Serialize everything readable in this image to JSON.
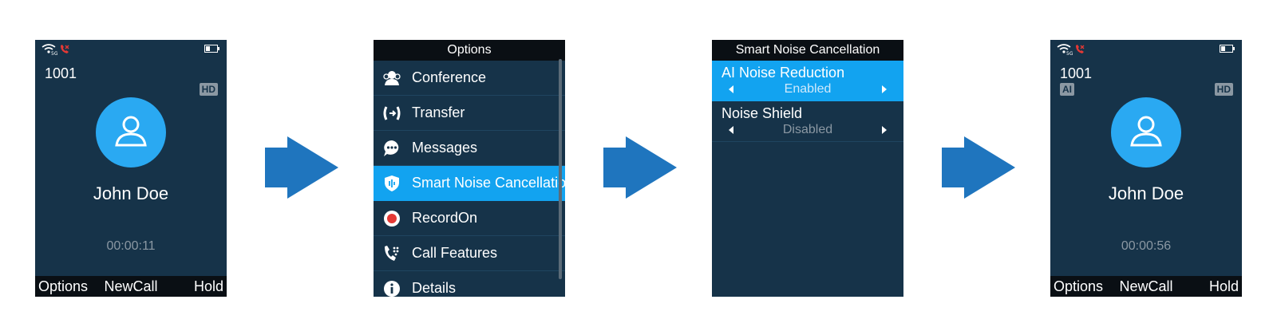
{
  "colors": {
    "screen_bg": "#163349",
    "highlight": "#12a3f0",
    "avatar": "#2aa9f2",
    "softkey_bar": "#0a0f14",
    "muted_text": "#8b98a3",
    "arrow": "#1f75be",
    "record": "#e53935"
  },
  "screen1": {
    "extension": "1001",
    "hd_badge": "HD",
    "contact_name": "John Doe",
    "timer": "00:00:11",
    "softkeys": {
      "left": "Options",
      "center": "NewCall",
      "right": "Hold"
    }
  },
  "screen2": {
    "title": "Options",
    "items": [
      {
        "label": "Conference",
        "icon": "conference-icon"
      },
      {
        "label": "Transfer",
        "icon": "transfer-icon"
      },
      {
        "label": "Messages",
        "icon": "messages-icon"
      },
      {
        "label": "Smart Noise Cancellation",
        "icon": "shield-icon",
        "selected": true
      },
      {
        "label": "RecordOn",
        "icon": "record-icon"
      },
      {
        "label": "Call Features",
        "icon": "call-features-icon"
      },
      {
        "label": "Details",
        "icon": "info-icon"
      }
    ]
  },
  "screen3": {
    "title": "Smart Noise Cancellation",
    "settings": [
      {
        "label": "AI Noise Reduction",
        "value": "Enabled",
        "selected": true
      },
      {
        "label": "Noise Shield",
        "value": "Disabled"
      }
    ]
  },
  "screen4": {
    "extension": "1001",
    "ai_badge": "AI",
    "hd_badge": "HD",
    "contact_name": "John Doe",
    "timer": "00:00:56",
    "softkeys": {
      "left": "Options",
      "center": "NewCall",
      "right": "Hold"
    }
  }
}
